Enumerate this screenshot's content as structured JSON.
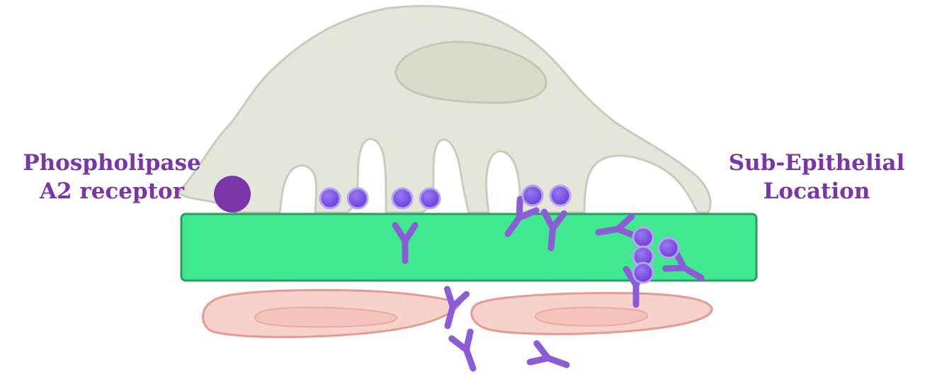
{
  "labels": {
    "left": {
      "line1": "Phospholipase",
      "line2": "A2 receptor"
    },
    "right": {
      "line1": "Sub-Epithelial",
      "line2": "Location"
    }
  },
  "colors": {
    "label_text": "#7a35a8",
    "podocyte_fill": "#e4e6d9",
    "podocyte_stroke": "#c9ccbc",
    "basement_membrane_fill": "#40e88f",
    "basement_membrane_stroke": "#2a9e62",
    "endothelial_fill": "#f7d2cc",
    "endothelial_stroke": "#e59a92",
    "antibody": "#8a5cd6",
    "antigen_fill": "#7a4fe0",
    "antigen_stroke": "#b9a2f2",
    "legend_dot": "#7a35a8"
  },
  "icons": {
    "podocyte": "podocyte-cell-icon",
    "basement_membrane": "basement-membrane-icon",
    "endothelial": "endothelial-cell-icon",
    "antibody": "antibody-y-icon",
    "antigen": "antigen-circle-icon",
    "legend": "legend-dot-icon"
  }
}
